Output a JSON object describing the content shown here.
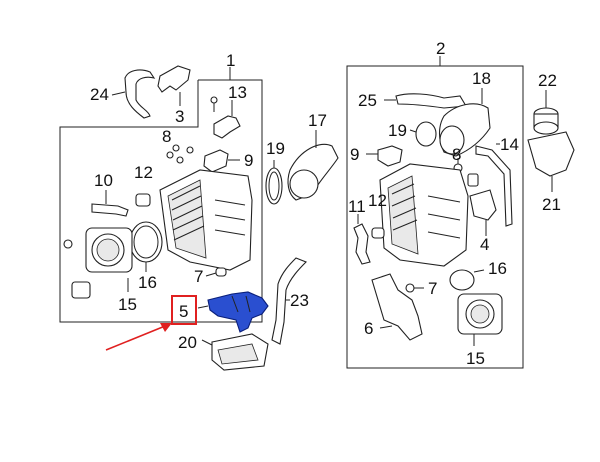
{
  "callouts": {
    "c1": "1",
    "c2": "2",
    "c3": "3",
    "c4": "4",
    "c5": "5",
    "c6": "6",
    "c7a": "7",
    "c7b": "7",
    "c8a": "8",
    "c8b": "8",
    "c9a": "9",
    "c9b": "9",
    "c10": "10",
    "c11": "11",
    "c12a": "12",
    "c12b": "12",
    "c13": "13",
    "c14": "14",
    "c15a": "15",
    "c15b": "15",
    "c16a": "16",
    "c16b": "16",
    "c17": "17",
    "c18": "18",
    "c19a": "19",
    "c19b": "19",
    "c20": "20",
    "c21": "21",
    "c22": "22",
    "c23": "23",
    "c24": "24",
    "c25": "25"
  },
  "highlight": {
    "part_number": "5",
    "box_color": "#e02020",
    "arrow_color": "#e02020",
    "part_color": "#2a4fd0"
  }
}
